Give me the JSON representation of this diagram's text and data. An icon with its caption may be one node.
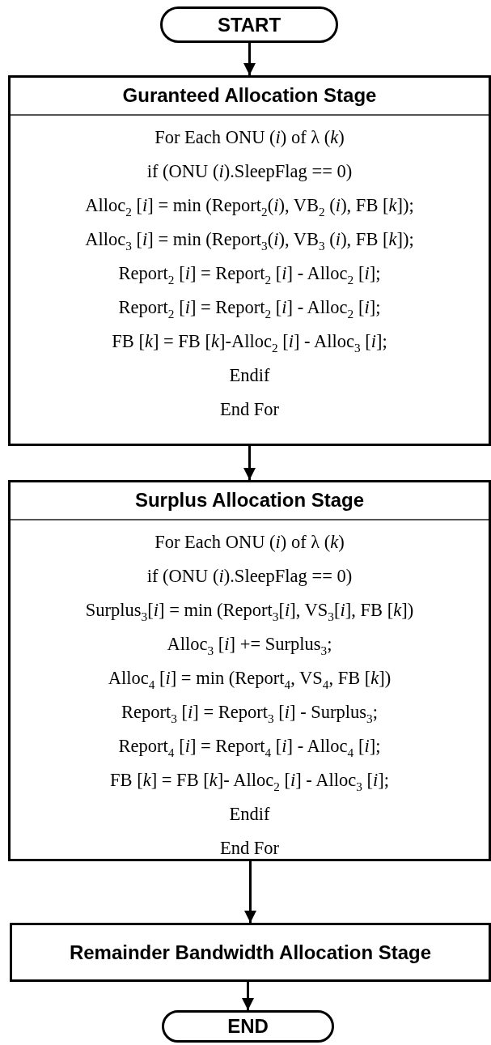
{
  "diagram": {
    "nodes": [
      {
        "text": [
          "START"
        ]
      },
      {
        "text": [
          "Guranteed Allocation Stage",
          "For Each ONU (*i*) of λ (*k*)",
          "if (ONU (*i*).SleepFlag == 0)",
          "Alloc$_{2}$ [*i*] = min (Report$_{2}$(*i*), VB$_{2}$ (*i*), FB [*k*]);",
          "Alloc$_{3}$ [*i*] = min (Report$_{3}$(*i*), VB$_{3}$ (*i*), FB [*k*]);",
          "Report$_{2}$ [*i*] = Report$_{2}$ [*i*] - Alloc$_{2}$ [*i*];",
          "Report$_{2}$ [*i*] = Report$_{2}$ [*i*] - Alloc$_{2}$ [*i*];",
          "FB [*k*] = FB [*k*]-Alloc$_{2}$ [*i*] - Alloc$_{3}$ [*i*];",
          "Endif",
          "End For"
        ]
      },
      {
        "text": [
          "Surplus Allocation Stage",
          "For Each ONU (*i*) of λ (*k*)",
          "if (ONU (*i*).SleepFlag == 0)",
          "Surplus$_{3}$[*i*] = min (Report$_{3}$[*i*], VS$_{3}$[*i*], FB [*k*])",
          "Alloc$_{3}$ [*i*] += Surplus$_{3}$;",
          "Alloc$_{4}$ [*i*] = min (Report$_{4}$, VS$_{4}$, FB [*k*])",
          "Report$_{3}$ [*i*] = Report$_{3}$ [*i*] - Surplus$_{3}$;",
          "Report$_{4}$ [*i*] = Report$_{4}$ [*i*] - Alloc$_{4}$ [*i*];",
          "FB [*k*] = FB [*k*]- Alloc$_{2}$ [*i*] - Alloc$_{3}$ [*i*];",
          "Endif",
          "End For"
        ]
      },
      {
        "text": [
          "Remainder Bandwidth Allocation Stage"
        ]
      },
      {
        "text": [
          "END"
        ]
      }
    ],
    "edges": [
      {
        "from": 0,
        "to": 1,
        "arrow": "to"
      },
      {
        "from": 1,
        "to": 2,
        "arrow": "to"
      },
      {
        "from": 2,
        "to": 3,
        "arrow": "to"
      },
      {
        "from": 3,
        "to": 4,
        "arrow": "to"
      }
    ]
  }
}
